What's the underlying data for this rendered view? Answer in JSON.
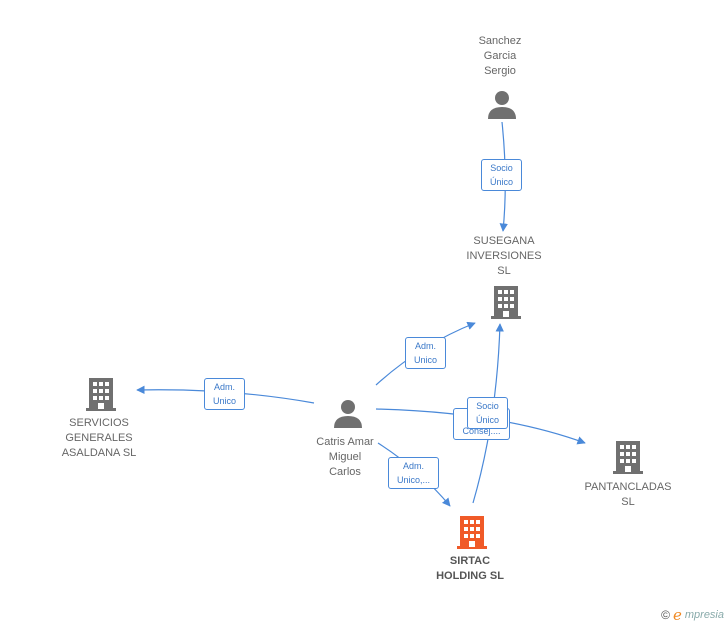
{
  "nodes": {
    "sanchez": {
      "label": "Sanchez\nGarcia\nSergio",
      "kind": "person"
    },
    "susegana": {
      "label": "SUSEGANA\nINVERSIONES\nSL",
      "kind": "company"
    },
    "servicios": {
      "label": "SERVICIOS\nGENERALES\nASALDANA SL",
      "kind": "company"
    },
    "catris": {
      "label": "Catris Amar\nMiguel\nCarlos",
      "kind": "person"
    },
    "pantancladas": {
      "label": "PANTANCLADAS\nSL",
      "kind": "company"
    },
    "sirtac": {
      "label": "SIRTAC\nHOLDING SL",
      "kind": "company-focus"
    }
  },
  "edges": {
    "socio_unico_top": "Socio\nÚnico",
    "adm_unico_servicios": "Adm.\nUnico",
    "adm_unico_susegana": "Adm.\nUnico",
    "adm_unico_sirtac": "Adm.\nUnico,...",
    "consej_pantancladas": "C...\nConsej....",
    "socio_unico_sirtac": "Socio\nÚnico"
  },
  "colors": {
    "edge": "#4a89d9",
    "icon": "#707070",
    "focus": "#f05a28"
  },
  "brand": {
    "copyright": "©",
    "e": "e",
    "rest": "mpresia"
  }
}
